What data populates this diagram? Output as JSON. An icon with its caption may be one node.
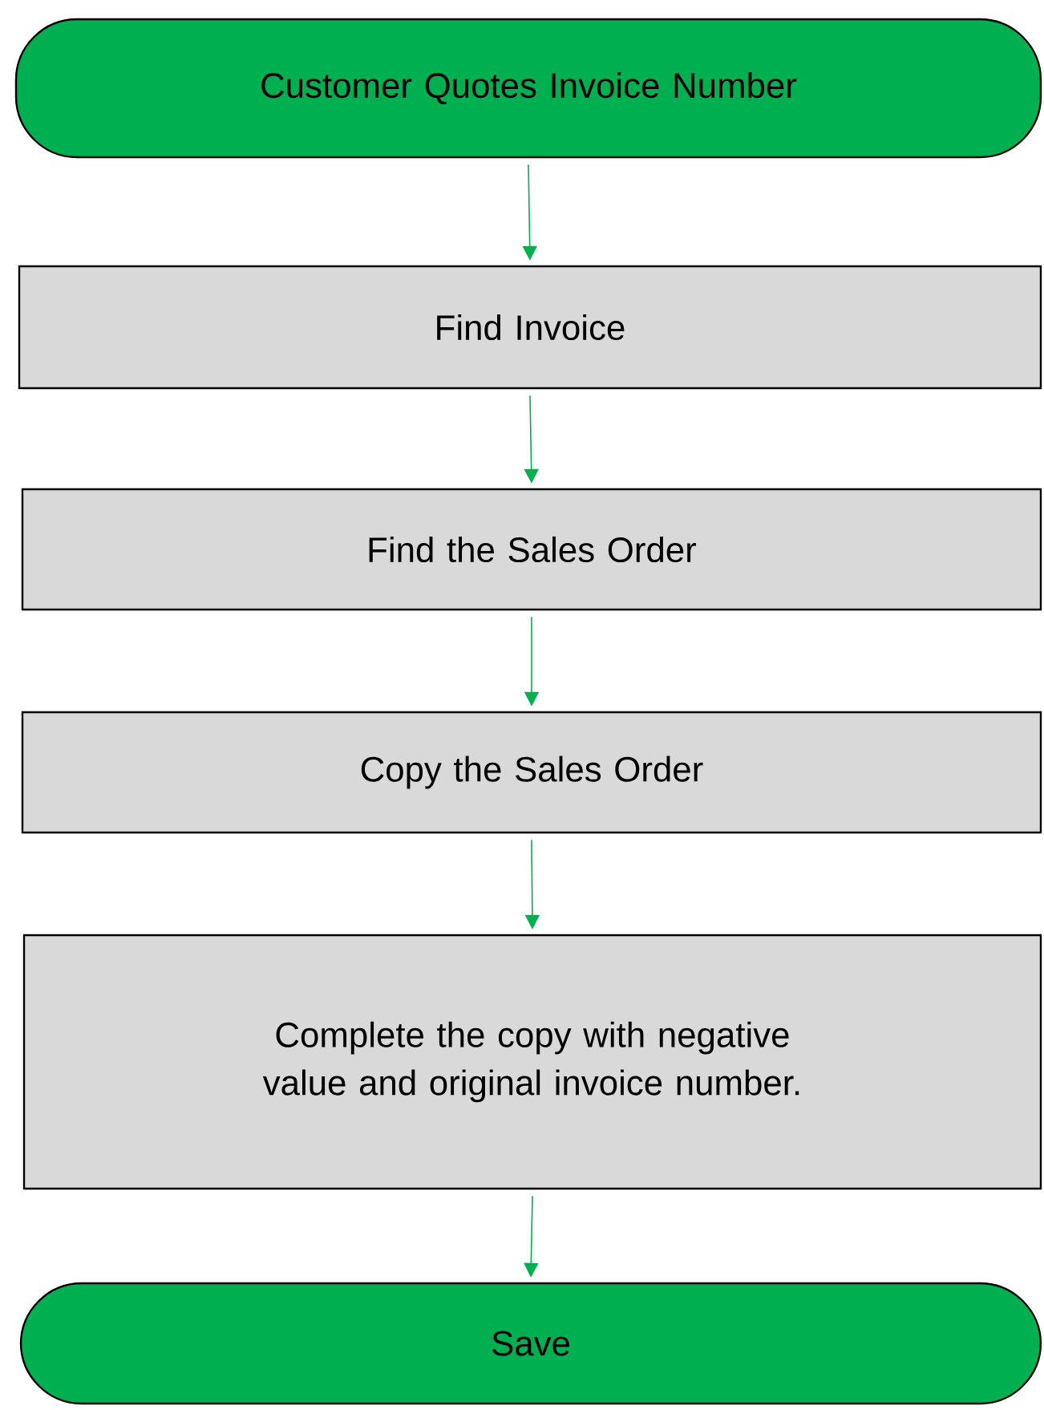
{
  "diagram": {
    "nodes": [
      {
        "text": [
          "Customer Quotes Invoice Number"
        ]
      },
      {
        "text": [
          "Find Invoice"
        ]
      },
      {
        "text": [
          "Find the Sales Order"
        ]
      },
      {
        "text": [
          "Copy the Sales Order"
        ]
      },
      {
        "text": [
          "Complete the copy with negative value and original invoice number."
        ]
      },
      {
        "text": [
          "Save"
        ]
      }
    ],
    "edges": [
      {
        "from": 0,
        "to": 1,
        "arrow": "to"
      },
      {
        "from": 1,
        "to": 2,
        "arrow": "to"
      },
      {
        "from": 2,
        "to": 3,
        "arrow": "to"
      },
      {
        "from": 3,
        "to": 4,
        "arrow": "to"
      },
      {
        "from": 4,
        "to": 5,
        "arrow": "to"
      }
    ]
  }
}
